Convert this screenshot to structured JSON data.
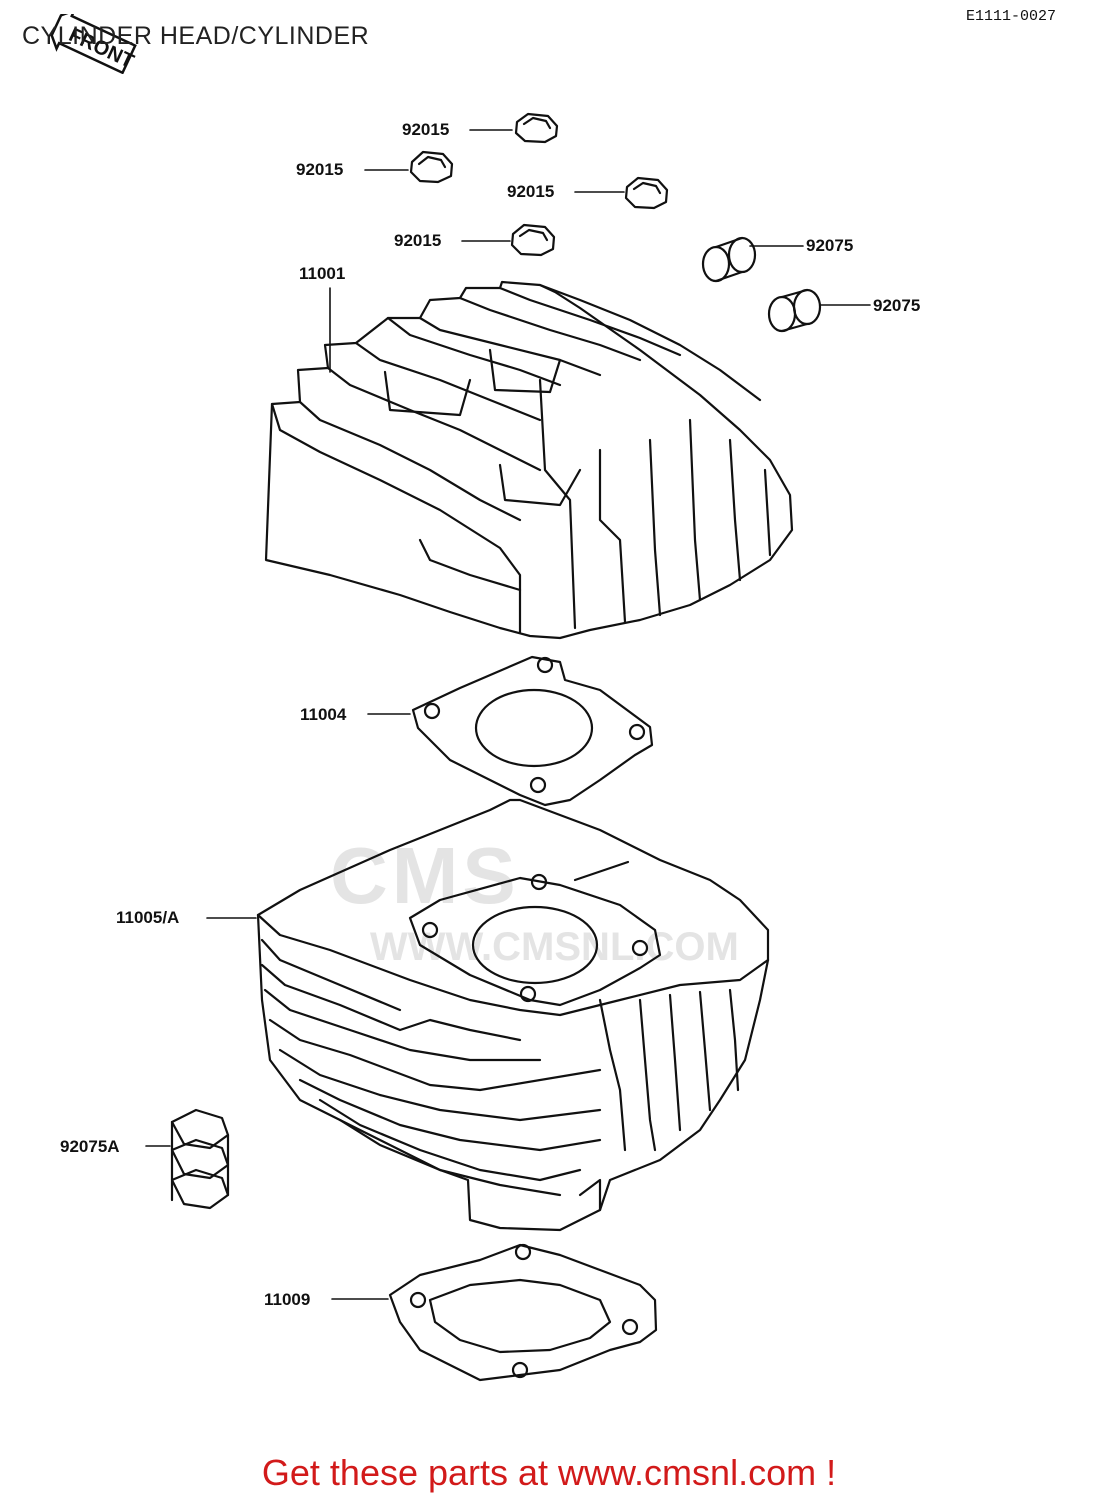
{
  "page": {
    "title": "CYLINDER HEAD/CYLINDER",
    "reference_code": "E1111-0027",
    "front_marker": "FRONT"
  },
  "parts": [
    {
      "label": "92015"
    },
    {
      "label": "92015"
    },
    {
      "label": "92015"
    },
    {
      "label": "92015"
    },
    {
      "label": "92075"
    },
    {
      "label": "92075"
    },
    {
      "label": "11001"
    },
    {
      "label": "11004"
    },
    {
      "label": "11005/A"
    },
    {
      "label": "92075A"
    },
    {
      "label": "11009"
    }
  ],
  "watermark": {
    "brand": "CMS",
    "site": "WWW.CMSNL.COM"
  },
  "footer": {
    "text": "Get these parts at www.cmsnl.com !"
  },
  "colors": {
    "line": "#111111",
    "footer": "#d21a1a",
    "watermark": "#e4e4e4"
  }
}
